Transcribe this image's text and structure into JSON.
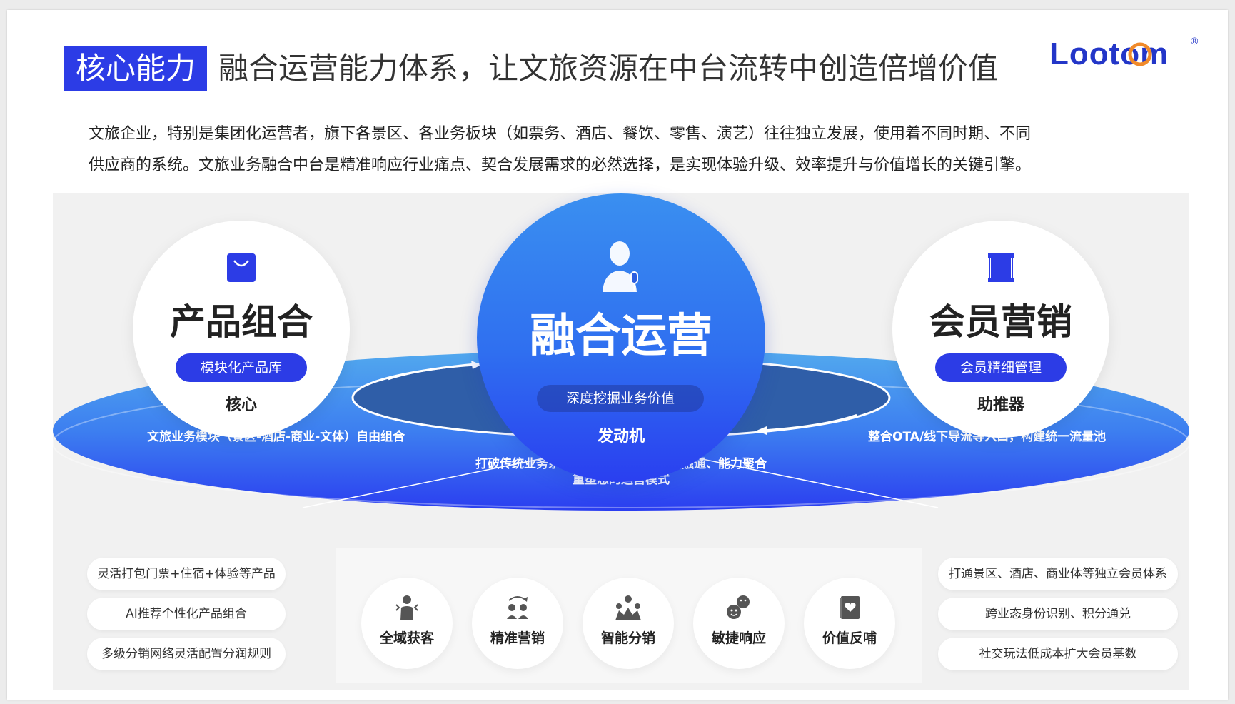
{
  "header": {
    "badge": "核心能力",
    "title": "融合运营能力体系，让文旅资源在中台流转中创造倍增价值",
    "logo_text": "Lootom"
  },
  "intro": {
    "line1": "文旅企业，特别是集团化运营者，旗下各景区、各业务板块（如票务、酒店、餐饮、零售、演艺）往往独立发展，使用着不同时期、不同",
    "line2": "供应商的系统。文旅业务融合中台是精准响应行业痛点、契合发展需求的必然选择，是实现体验升级、效率提升与价值增长的关键引擎。"
  },
  "left_circle": {
    "title": "产品组合",
    "pill": "模块化产品库",
    "sub": "核心",
    "icon": "shopping-bag-icon"
  },
  "center_circle": {
    "title": "融合运营",
    "pill": "深度挖掘业务价值",
    "sub": "发动机",
    "icon": "presenter-mic-icon"
  },
  "right_circle": {
    "title": "会员营销",
    "pill": "会员精细管理",
    "sub": "助推器",
    "icon": "rollup-banner-icon"
  },
  "ring": {
    "left_label": "文旅业务模块（景区-酒店-商业-文体）自由组合",
    "right_label": "整合OTA/线下导流等入口，构建统一流量池",
    "center_line1": "打破传统业务系统间的壁垒，通过数据融通、能力聚合",
    "center_line2": "重塑您的运营模式"
  },
  "left_features": [
    "灵活打包门票+住宿+体验等产品",
    "AI推荐个性化产品组合",
    "多级分销网络灵活配置分润规则"
  ],
  "right_features": [
    "打通景区、酒店、商业体等独立会员体系",
    "跨业态身份识别、积分通兑",
    "社交玩法低成本扩大会员基数"
  ],
  "center_features": [
    {
      "label": "全域获客",
      "icon": "person-acquire-icon"
    },
    {
      "label": "精准营销",
      "icon": "people-cycle-icon"
    },
    {
      "label": "智能分销",
      "icon": "network-distribution-icon"
    },
    {
      "label": "敏捷响应",
      "icon": "smile-faces-icon"
    },
    {
      "label": "价值反哺",
      "icon": "heart-book-icon"
    }
  ],
  "colors": {
    "accent": "#2c3ce6",
    "ring_light": "#4aa0ee",
    "ring_deep": "#2a3ff0",
    "inner_ellipse": "#2f5ea8"
  }
}
